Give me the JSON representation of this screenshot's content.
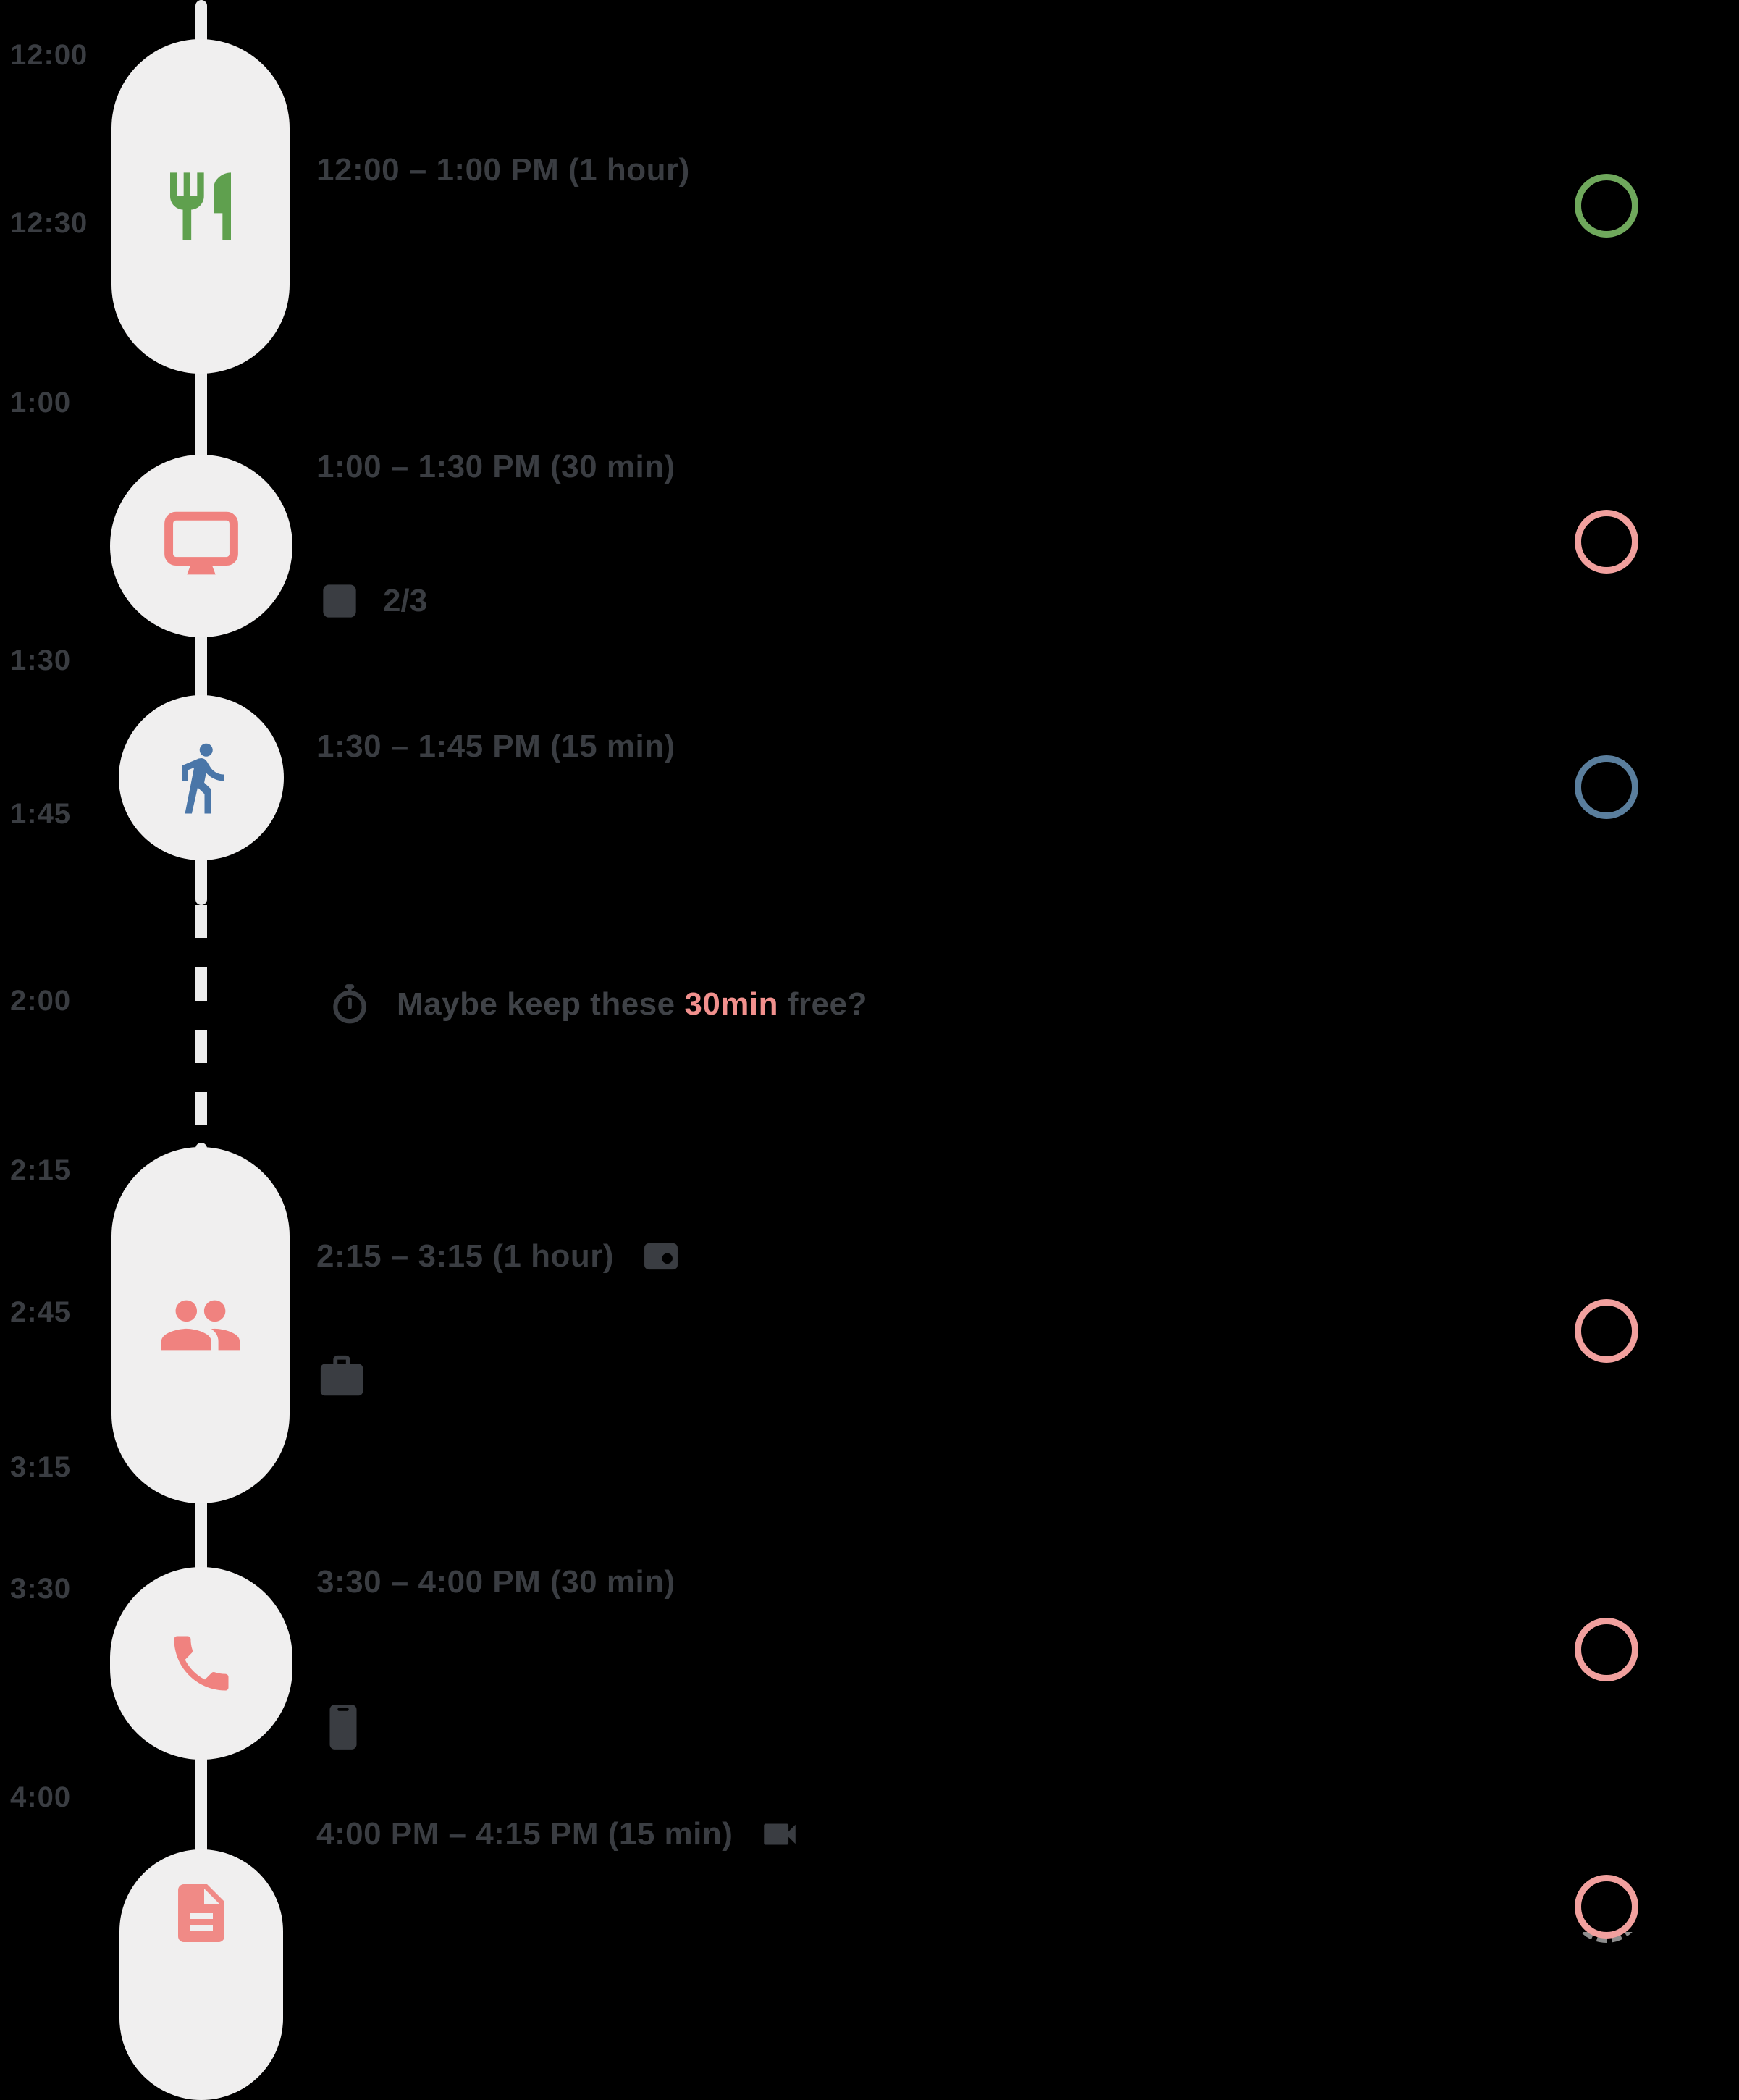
{
  "colors": {
    "background": "#000000",
    "text": "#3a3d42",
    "connector": "#ececec",
    "pill_bg": "#f0efef",
    "green": "#6fa85c",
    "salmon": "#f0827f",
    "steel_blue": "#4a76a8",
    "ring_pink": "#f1a09e",
    "ring_blue": "#5a7e9d",
    "highlight_pink": "#f1908d"
  },
  "timeline": {
    "time_labels": [
      "12:00",
      "12:30",
      "1:00",
      "1:30",
      "1:45",
      "2:00",
      "2:15",
      "2:45",
      "3:15",
      "3:30",
      "4:00"
    ]
  },
  "events": [
    {
      "time_range": "12:00 – 1:00 PM (1 hour)",
      "icon": "restaurant-icon",
      "icon_color": "#5fa04e",
      "ring_color": "#6fa85c"
    },
    {
      "time_range": "1:00 – 1:30 PM (30 min)",
      "icon": "monitor-icon",
      "icon_color": "#f0827f",
      "ring_color": "#f1a09e",
      "meta_count": "2/3"
    },
    {
      "time_range": "1:30 – 1:45 PM (15 min)",
      "icon": "walk-icon",
      "icon_color": "#4a76a8",
      "ring_color": "#5a7e9d"
    },
    {
      "time_range": "2:15 – 3:15 (1 hour)",
      "icon": "people-icon",
      "icon_color": "#f0827f",
      "ring_color": "#f1a09e",
      "suffix_icon": "camera-icon",
      "meta_icon": "briefcase-icon"
    },
    {
      "time_range": "3:30 – 4:00 PM (30 min)",
      "icon": "phone-icon",
      "icon_color": "#f0827f",
      "ring_color": "#f1a09e",
      "meta_icon": "smartphone-icon"
    },
    {
      "time_range": "4:00 PM – 4:15 PM (15 min)",
      "icon": "document-icon",
      "icon_color": "#f08a86",
      "ring_color": "#f1a09e",
      "suffix_icon": "videocam-icon"
    }
  ],
  "gap_suggestion": {
    "prefix": "Maybe keep these ",
    "highlight": "30min",
    "suffix": " free?",
    "icon": "stopwatch-icon",
    "highlight_color": "#f1908d"
  }
}
